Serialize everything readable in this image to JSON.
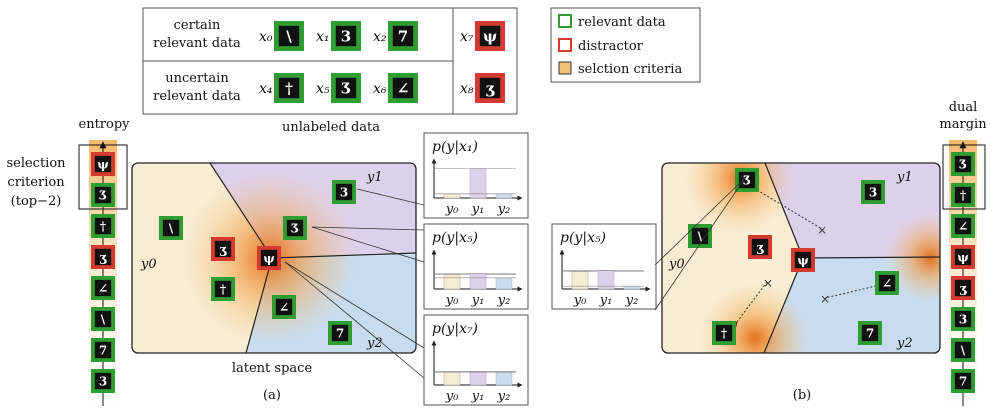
{
  "table": {
    "rows": [
      {
        "label_line1": "certain",
        "label_line2": "relevant data",
        "items": [
          "x0",
          "x1",
          "x2"
        ]
      },
      {
        "label_line1": "uncertain",
        "label_line2": "relevant data",
        "items": [
          "x4",
          "x5",
          "x6"
        ]
      }
    ],
    "distractors": [
      "x7",
      "x8"
    ],
    "caption": "unlabeled data"
  },
  "legend": {
    "items": [
      {
        "label": "relevant data",
        "color": "#2e9e32"
      },
      {
        "label": "distractor",
        "color": "#d43a2f"
      },
      {
        "label": "selction criteria",
        "color": "#f2c27a"
      }
    ]
  },
  "left_column": {
    "axis_label": "entropy",
    "criterion_line1": "selection",
    "criterion_line2": "criterion",
    "criterion_line3": "(top−2)",
    "stack": [
      {
        "glyph": "ψ",
        "kind": "distractor"
      },
      {
        "glyph": "Ʒ",
        "kind": "relevant"
      },
      {
        "glyph": "†",
        "kind": "relevant"
      },
      {
        "glyph": "ʒ",
        "kind": "distractor"
      },
      {
        "glyph": "∠",
        "kind": "relevant"
      },
      {
        "glyph": "\\",
        "kind": "relevant"
      },
      {
        "glyph": "7",
        "kind": "relevant"
      },
      {
        "glyph": "3",
        "kind": "relevant"
      }
    ]
  },
  "right_column": {
    "axis_label_line1": "dual",
    "axis_label_line2": "margin",
    "stack": [
      {
        "glyph": "Ʒ",
        "kind": "relevant"
      },
      {
        "glyph": "†",
        "kind": "relevant"
      },
      {
        "glyph": "∠",
        "kind": "relevant"
      },
      {
        "glyph": "ψ",
        "kind": "distractor"
      },
      {
        "glyph": "ʒ",
        "kind": "distractor"
      },
      {
        "glyph": "3",
        "kind": "relevant"
      },
      {
        "glyph": "\\",
        "kind": "relevant"
      },
      {
        "glyph": "7",
        "kind": "relevant"
      }
    ]
  },
  "panel_a": {
    "caption": "latent space",
    "label": "(a)",
    "class_labels": [
      "y0",
      "y1",
      "y2"
    ]
  },
  "panel_b": {
    "label": "(b)",
    "class_labels": [
      "y0",
      "y1",
      "y2"
    ]
  },
  "prob_charts": [
    {
      "title": "p(y|x1)",
      "categories": [
        "y0",
        "y1",
        "y2"
      ],
      "values": [
        0.12,
        0.85,
        0.12
      ]
    },
    {
      "title": "p(y|x5)",
      "categories": [
        "y0",
        "y1",
        "y2"
      ],
      "values": [
        0.42,
        0.45,
        0.32
      ]
    },
    {
      "title": "p(y|x7)",
      "categories": [
        "y0",
        "y1",
        "y2"
      ],
      "values": [
        0.32,
        0.34,
        0.32
      ]
    },
    {
      "title": "p(y|x5)",
      "categories": [
        "y0",
        "y1",
        "y2"
      ],
      "values": [
        0.5,
        0.53,
        0.08
      ]
    }
  ],
  "chart_data": [
    {
      "type": "bar",
      "title": "p(y|x1)",
      "categories": [
        "y0",
        "y1",
        "y2"
      ],
      "values": [
        0.12,
        0.85,
        0.12
      ]
    },
    {
      "type": "bar",
      "title": "p(y|x5)",
      "categories": [
        "y0",
        "y1",
        "y2"
      ],
      "values": [
        0.42,
        0.45,
        0.32
      ]
    },
    {
      "type": "bar",
      "title": "p(y|x7)",
      "categories": [
        "y0",
        "y1",
        "y2"
      ],
      "values": [
        0.32,
        0.34,
        0.32
      ]
    },
    {
      "type": "bar",
      "title": "p(y|x5)",
      "categories": [
        "y0",
        "y1",
        "y2"
      ],
      "values": [
        0.5,
        0.53,
        0.08
      ]
    }
  ]
}
